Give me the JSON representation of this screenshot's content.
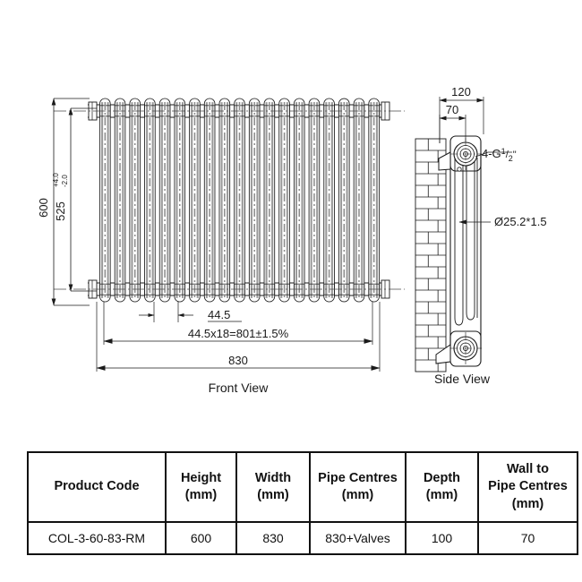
{
  "drawing": {
    "front_view": {
      "label": "Front View",
      "dimensions": {
        "height_overall": "600",
        "height_inner": "525",
        "height_inner_tol_upper": "+4.0",
        "height_inner_tol_lower": "-2.0",
        "section_pitch": "44.5",
        "section_total": "44.5x18=801±1.5%",
        "width_overall": "830"
      },
      "column_count": 19
    },
    "side_view": {
      "label": "Side View",
      "dimensions": {
        "depth_overall": "120",
        "wall_to_pipe": "70",
        "connections": "4-G½\"",
        "connection_prefix": "4-G",
        "connection_frac_num": "1",
        "connection_frac_den": "2",
        "connection_suffix": "\"",
        "tube_spec": "Ø25.2*1.5"
      }
    }
  },
  "spec_table": {
    "headers": [
      {
        "line1": "Product Code",
        "line2": "",
        "line3": ""
      },
      {
        "line1": "Height",
        "line2": "(mm)",
        "line3": ""
      },
      {
        "line1": "Width",
        "line2": "(mm)",
        "line3": ""
      },
      {
        "line1": "Pipe Centres",
        "line2": "(mm)",
        "line3": ""
      },
      {
        "line1": "Depth",
        "line2": "(mm)",
        "line3": ""
      },
      {
        "line1": "Wall to",
        "line2": "Pipe Centres",
        "line3": "(mm)"
      }
    ],
    "rows": [
      {
        "product_code": "COL-3-60-83-RM",
        "height": "600",
        "width": "830",
        "pipe_centres": "830+Valves",
        "depth": "100",
        "wall_to_pipe_centres": "70"
      }
    ]
  },
  "colors": {
    "line": "#1a1a1a",
    "light_line": "#8a8a8a",
    "background": "#ffffff"
  }
}
